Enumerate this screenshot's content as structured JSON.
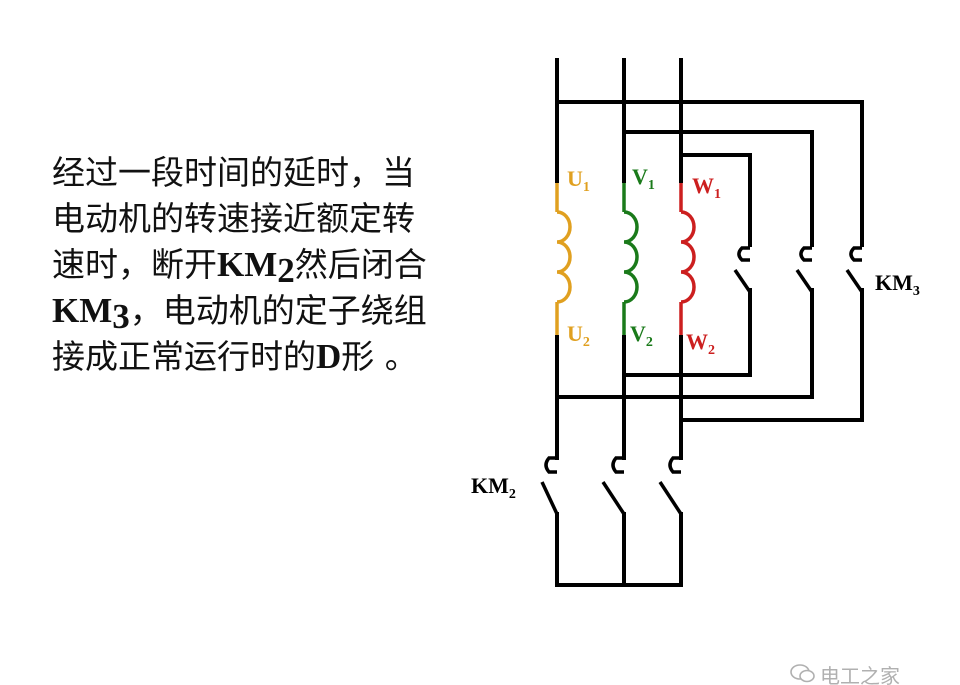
{
  "description": {
    "line1": "经过一段时间的延时，当",
    "line2": "电动机的转速接近额定转",
    "line3_a": "速时，断开",
    "line3_km": "KM",
    "line3_sub": "2",
    "line3_b": "然后闭合",
    "line4_km": "KM",
    "line4_sub": "3",
    "line4_b": "，电动机的定子绕组",
    "line5_a": "接成正常运行时的",
    "line5_d": "D",
    "line5_b": "形 。"
  },
  "labels": {
    "u1": "U",
    "u1_sub": "1",
    "u2": "U",
    "u2_sub": "2",
    "v1": "V",
    "v1_sub": "1",
    "v2": "V",
    "v2_sub": "2",
    "w1": "W",
    "w1_sub": "1",
    "w2": "W",
    "w2_sub": "2",
    "km2": "KM",
    "km2_sub": "2",
    "km3": "KM",
    "km3_sub": "3"
  },
  "colors": {
    "u_winding": "#e0a020",
    "v_winding": "#1a7a1a",
    "w_winding": "#cc1f1f",
    "wire": "#000000",
    "watermark": "#b0b0b0"
  },
  "watermark": {
    "icon": "wechat-icon",
    "text": "电工之家"
  }
}
